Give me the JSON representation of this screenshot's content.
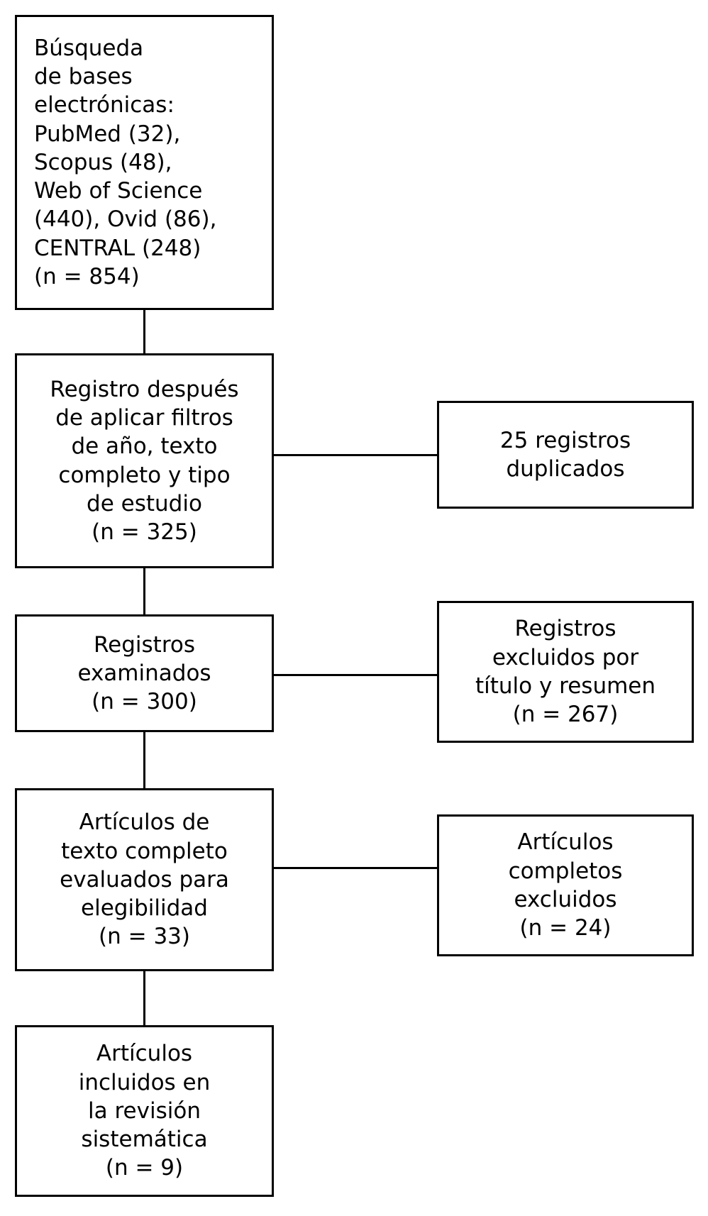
{
  "diagram": {
    "title": "PRISMA flow diagram",
    "language": "es",
    "line_color": "#000000",
    "box_fill": "#ffffff",
    "boxes": [
      {
        "id": "identificacion",
        "align": "left",
        "lines": [
          "Búsqueda",
          "de bases",
          "electrónicas:",
          "PubMed (32),",
          "Scopus (48),",
          "Web of Science",
          "(440), Ovid (86),",
          "CENTRAL (248)",
          "(n = 854)"
        ]
      },
      {
        "id": "registro-filtros",
        "align": "center",
        "lines": [
          "Registro después",
          "de aplicar filtros",
          "de año, texto",
          "completo y tipo",
          "de estudio",
          "(n = 325)"
        ]
      },
      {
        "id": "duplicados",
        "align": "center",
        "lines": [
          "25 registros",
          "duplicados"
        ]
      },
      {
        "id": "registros-examinados",
        "align": "center",
        "lines": [
          "Registros",
          "examinados",
          "(n = 300)"
        ]
      },
      {
        "id": "registros-excluidos",
        "align": "center",
        "lines": [
          "Registros",
          "excluidos por",
          "título y resumen",
          "(n = 267)"
        ]
      },
      {
        "id": "elegibilidad",
        "align": "center",
        "lines": [
          "Artículos de",
          "texto completo",
          "evaluados para",
          "elegibilidad",
          "(n = 33)"
        ]
      },
      {
        "id": "completos-excluidos",
        "align": "center",
        "lines": [
          "Artículos",
          "completos",
          "excluidos",
          "(n = 24)"
        ]
      },
      {
        "id": "incluidos",
        "align": "center",
        "lines": [
          "Artículos",
          "incluidos en",
          "la revisión",
          "sistemática",
          "(n = 9)"
        ]
      }
    ]
  }
}
